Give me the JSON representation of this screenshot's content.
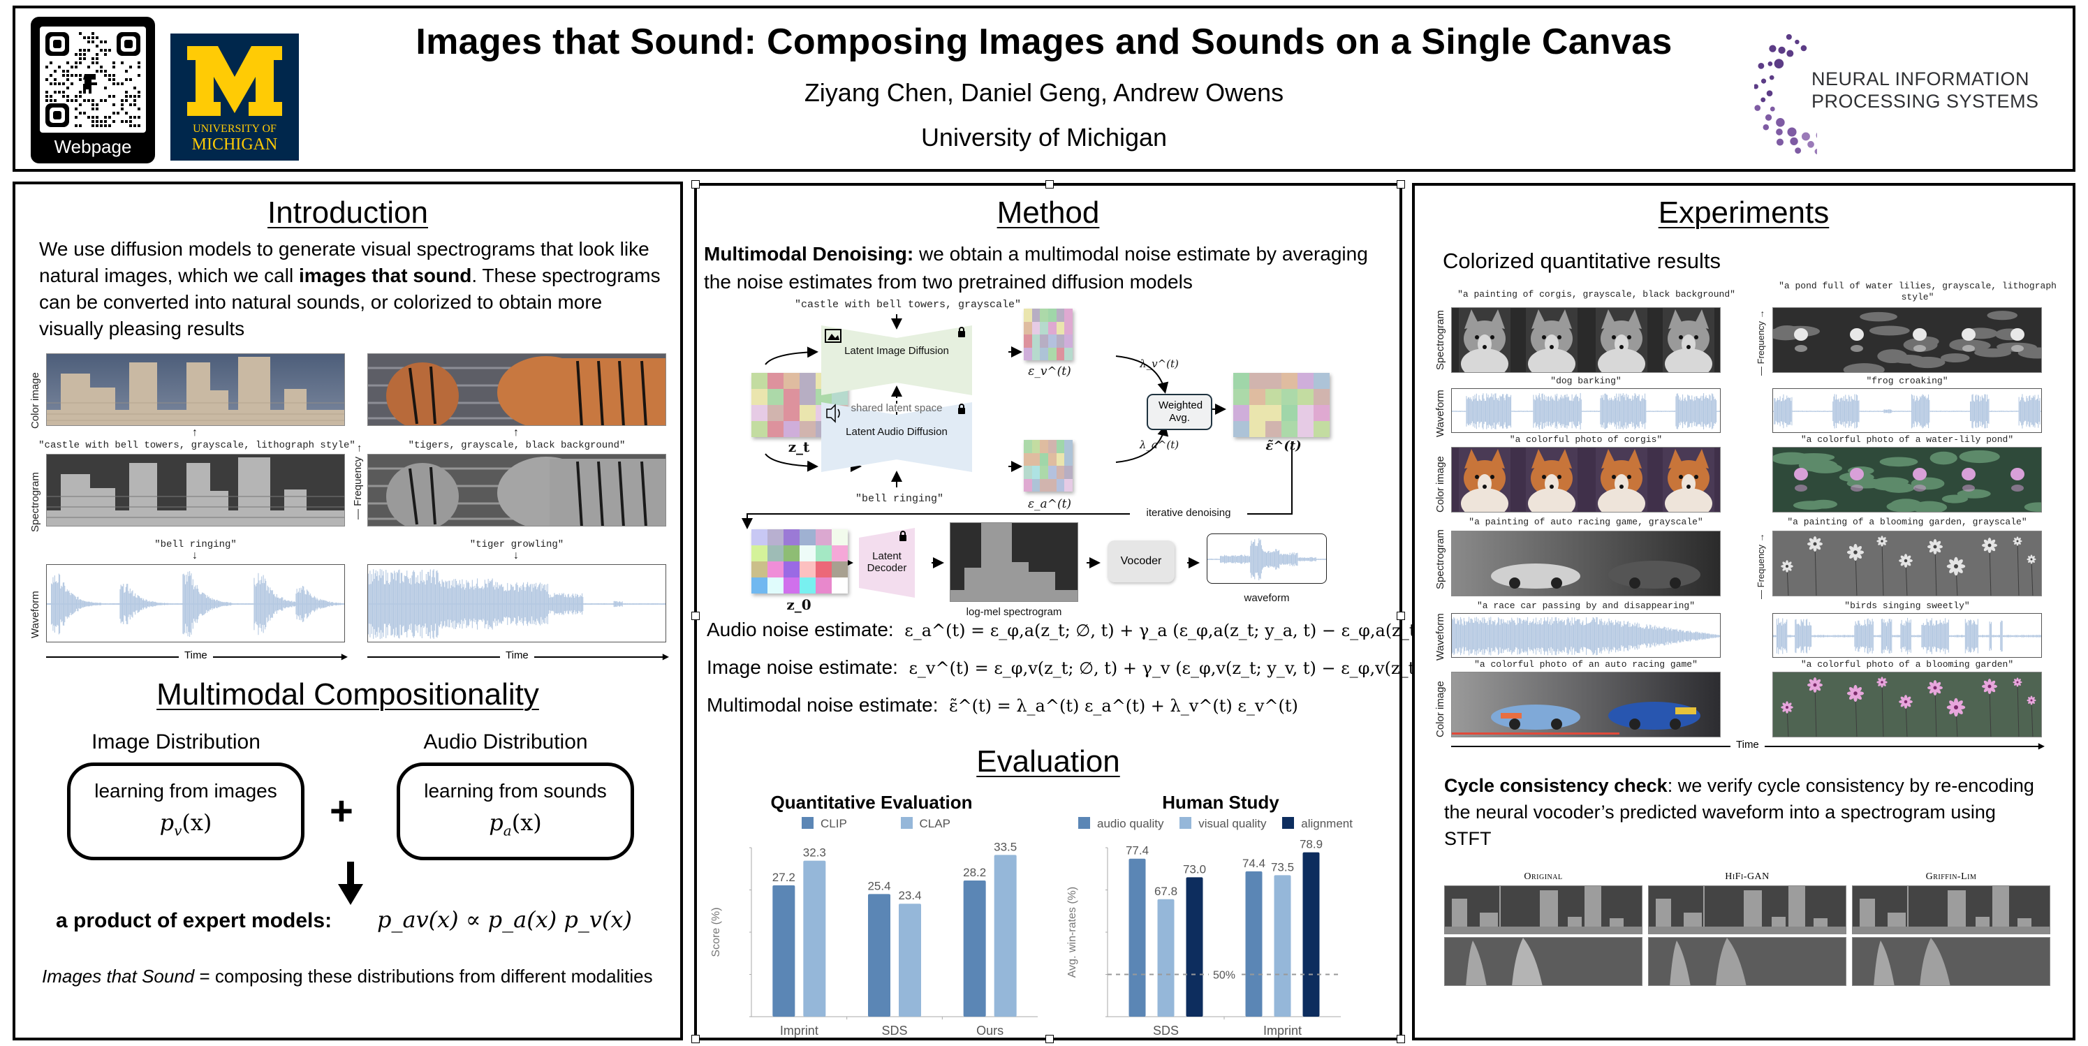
{
  "header": {
    "qr_label": "Webpage",
    "university_logo": {
      "line1": "UNIVERSITY OF",
      "line2": "MICHIGAN",
      "letter": "M"
    },
    "title": "Images that Sound: Composing Images and Sounds on a Single Canvas",
    "authors": "Ziyang Chen, Daniel Geng, Andrew Owens",
    "affiliation": "University of Michigan",
    "conference_logo": {
      "line1": "NEURAL INFORMATION",
      "line2": "PROCESSING SYSTEMS"
    }
  },
  "colors": {
    "michigan_blue": "#00274c",
    "michigan_maize": "#ffcb05",
    "neurips_purple": "#6b4a8f",
    "waveform": "#b4c8e1",
    "bar_mid_blue": "#5b86b5",
    "bar_light_blue": "#95b7d9",
    "bar_navy": "#0d2d5e",
    "image_diffusion_fill": "#e6f0df",
    "audio_diffusion_fill": "#e1ebf5",
    "decoder_fill": "#f3ddee",
    "vocoder_fill": "#e6e6e6"
  },
  "introduction": {
    "title": "Introduction",
    "text_before_bold": "We use diffusion models to generate visual spectrograms that look like natural images, which we call ",
    "text_bold": "images that sound",
    "text_after_bold": ". These spectrograms can be converted into natural sounds, or colorized to obtain more visually pleasing results",
    "figure": {
      "row_labels": [
        "Color image",
        "Spectrogram",
        "Waveform"
      ],
      "frequency_label": "Frequency",
      "time_label": "Time",
      "examples": [
        {
          "image_prompt": "\"castle with bell towers, grayscale, lithograph style\"",
          "audio_prompt": "\"bell ringing\""
        },
        {
          "image_prompt": "\"tigers, grayscale, black background\"",
          "audio_prompt": "\"tiger growling\""
        }
      ]
    }
  },
  "compositionality": {
    "title": "Multimodal Compositionality",
    "image_dist": {
      "heading": "Image Distribution",
      "text": "learning from images",
      "formula": "p",
      "sub": "v",
      "arg": "(x)"
    },
    "audio_dist": {
      "heading": "Audio Distribution",
      "text": "learning from sounds",
      "formula": "p",
      "sub": "a",
      "arg": "(x)"
    },
    "plus": "+",
    "product_label": "a product of expert models:",
    "product_formula": "p_av(x) ∝ p_a(x) p_v(x)",
    "summary_italic": "Images that Sound",
    "summary_rest": " = composing these distributions from different modalities"
  },
  "method": {
    "title": "Method",
    "lead_bold": "Multimodal Denoising:",
    "lead_text": " we obtain a multimodal noise estimate by averaging the noise estimates from two pretrained diffusion models",
    "diagram": {
      "image_prompt": "\"castle with bell towers, grayscale\"",
      "audio_prompt": "\"bell ringing\"",
      "image_model": "Latent Image Diffusion",
      "audio_model": "Latent Audio Diffusion",
      "shared_space": "shared latent space",
      "weighted_avg": "Weighted Avg.",
      "iterative": "iterative denoising",
      "decoder": "Latent Decoder",
      "vocoder": "Vocoder",
      "spectrogram_label": "log-mel spectrogram",
      "waveform_label": "waveform",
      "zt": "z_t",
      "z0": "z_0",
      "eps_v": "ε_v^(t)",
      "eps_a": "ε_a^(t)",
      "eps_tilde": "ε̃^(t)",
      "lambda_v": "λ_v^(t)",
      "lambda_a": "λ_a^(t)"
    },
    "equations": [
      {
        "label": "Audio noise estimate:",
        "formula": "ε_a^(t) = ε_φ,a(z_t; ∅, t) + γ_a (ε_φ,a(z_t; y_a, t) − ε_φ,a(z_t; ∅, t))"
      },
      {
        "label": "Image noise estimate:",
        "formula": "ε_v^(t) = ε_φ,v(z_t; ∅, t) + γ_v (ε_φ,v(z_t; y_v, t) − ε_φ,v(z_t; ∅, t))"
      },
      {
        "label": "Multimodal noise estimate:",
        "formula": "ε̃^(t) = λ_a^(t) ε_a^(t) + λ_v^(t) ε_v^(t)"
      }
    ]
  },
  "evaluation": {
    "title": "Evaluation"
  },
  "chart_data": [
    {
      "type": "bar",
      "title": "Quantitative Evaluation",
      "categories": [
        "Imprint",
        "SDS",
        "Ours"
      ],
      "series": [
        {
          "name": "CLIP",
          "values": [
            27.2,
            25.4,
            28.2
          ],
          "color": "#5b86b5"
        },
        {
          "name": "CLAP",
          "values": [
            32.3,
            23.4,
            33.5
          ],
          "color": "#95b7d9"
        }
      ],
      "xlabel": "",
      "ylabel": "Score (%)",
      "ylim": [
        0,
        35
      ],
      "grid": false,
      "legend": "top"
    },
    {
      "type": "bar",
      "title": "Human Study",
      "categories": [
        "SDS",
        "Imprint"
      ],
      "series": [
        {
          "name": "audio quality",
          "values": [
            77.4,
            74.4
          ],
          "color": "#5b86b5"
        },
        {
          "name": "visual quality",
          "values": [
            67.8,
            73.5
          ],
          "color": "#95b7d9"
        },
        {
          "name": "alignment",
          "values": [
            73.0,
            78.9
          ],
          "color": "#0d2d5e"
        }
      ],
      "xlabel": "",
      "ylabel": "Avg. win-rates (%)",
      "ylim": [
        40,
        80
      ],
      "reference_line": {
        "value": 50,
        "label": "50%"
      },
      "grid": false,
      "legend": "top"
    }
  ],
  "experiments": {
    "title": "Experiments",
    "colorized_heading": "Colorized quantitative results",
    "row_labels": [
      "Spectrogram",
      "Waveform",
      "Color image"
    ],
    "frequency_label": "Frequency",
    "time_label": "Time",
    "examples": [
      {
        "spec_prompt": "\"a painting of corgis, grayscale, black background\"",
        "audio_prompt": "\"dog barking\"",
        "color_prompt": "\"a colorful photo of corgis\""
      },
      {
        "spec_prompt": "\"a pond full of water lilies, grayscale, lithograph style\"",
        "audio_prompt": "\"frog croaking\"",
        "color_prompt": "\"a colorful photo of a water-lily pond\""
      },
      {
        "spec_prompt": "\"a painting of auto racing game, grayscale\"",
        "audio_prompt": "\"a race car passing by and disappearing\"",
        "color_prompt": "\"a colorful photo of an auto racing game\""
      },
      {
        "spec_prompt": "\"a painting of a blooming garden, grayscale\"",
        "audio_prompt": "\"birds singing sweetly\"",
        "color_prompt": "\"a colorful photo of a blooming garden\""
      }
    ],
    "cycle_bold": "Cycle consistency check",
    "cycle_text": ": we verify cycle consistency by re-encoding the neural vocoder’s predicted waveform into a spectrogram using STFT",
    "cycle_columns": [
      "Original",
      "HiFi-GAN",
      "Griffin-Lim"
    ]
  }
}
